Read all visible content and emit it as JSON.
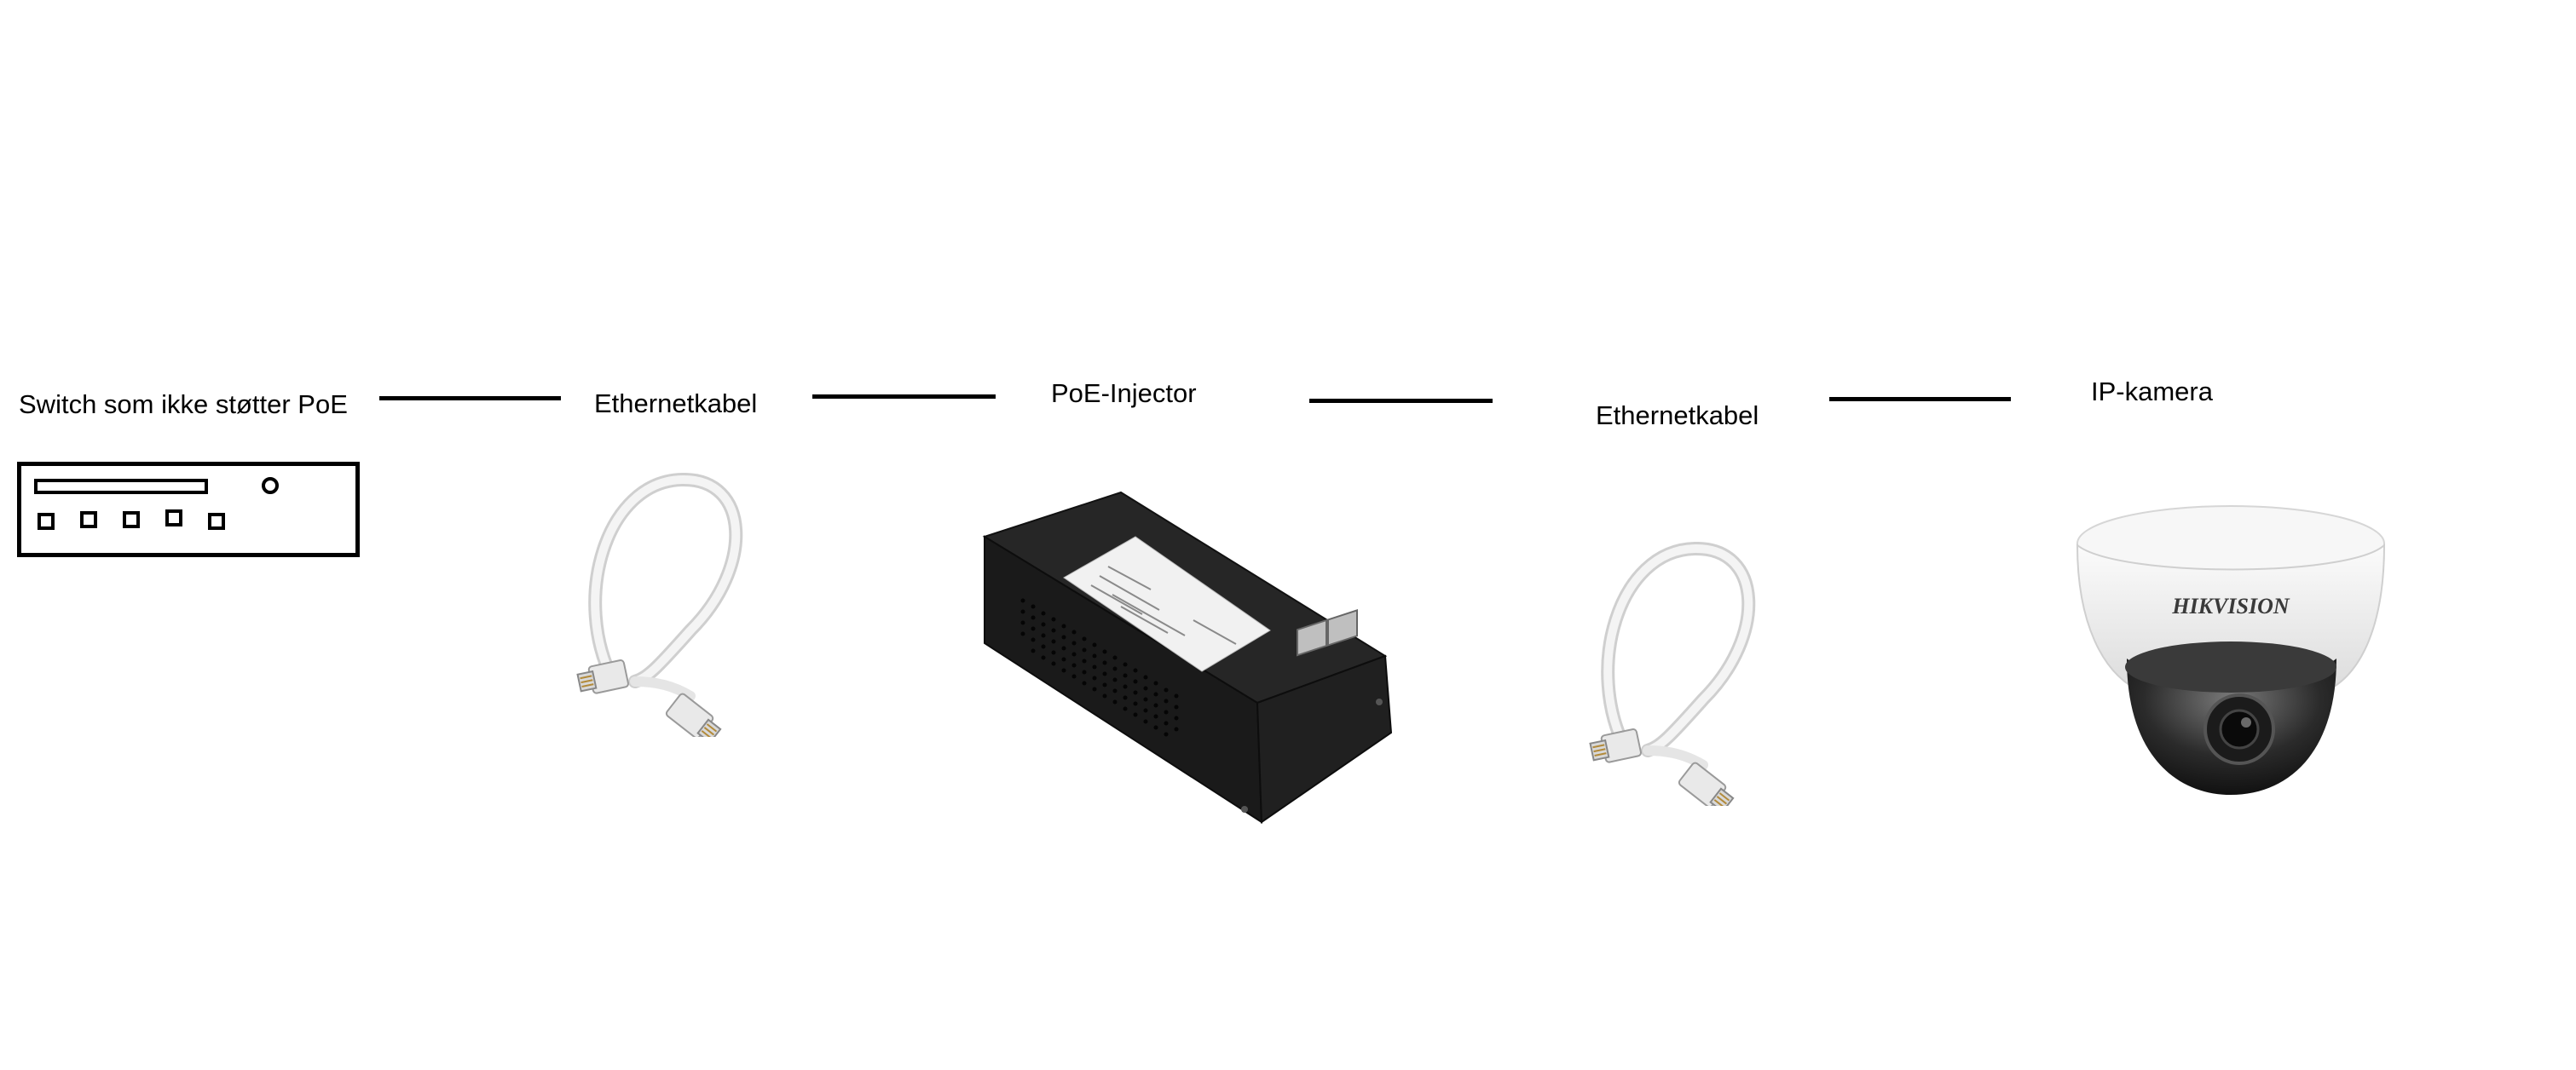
{
  "diagram": {
    "nodes": [
      {
        "id": "switch",
        "label": "Switch som ikke støtter PoE",
        "icon": "network-switch-icon"
      },
      {
        "id": "cable1",
        "label": "Ethernetkabel",
        "icon": "ethernet-cable-icon"
      },
      {
        "id": "injector",
        "label": "PoE-Injector",
        "icon": "poe-injector-icon"
      },
      {
        "id": "cable2",
        "label": "Ethernetkabel",
        "icon": "ethernet-cable-icon"
      },
      {
        "id": "camera",
        "label": "IP-kamera",
        "icon": "dome-camera-icon"
      }
    ],
    "edges": [
      {
        "from": "switch",
        "to": "cable1"
      },
      {
        "from": "cable1",
        "to": "injector"
      },
      {
        "from": "injector",
        "to": "cable2"
      },
      {
        "from": "cable2",
        "to": "camera"
      }
    ],
    "camera_brand": "HIKVISION",
    "colors": {
      "line": "#000000",
      "injector_body": "#1c1c1c",
      "camera_shell": "#f2f2f2",
      "cable": "#eeeeee"
    }
  }
}
